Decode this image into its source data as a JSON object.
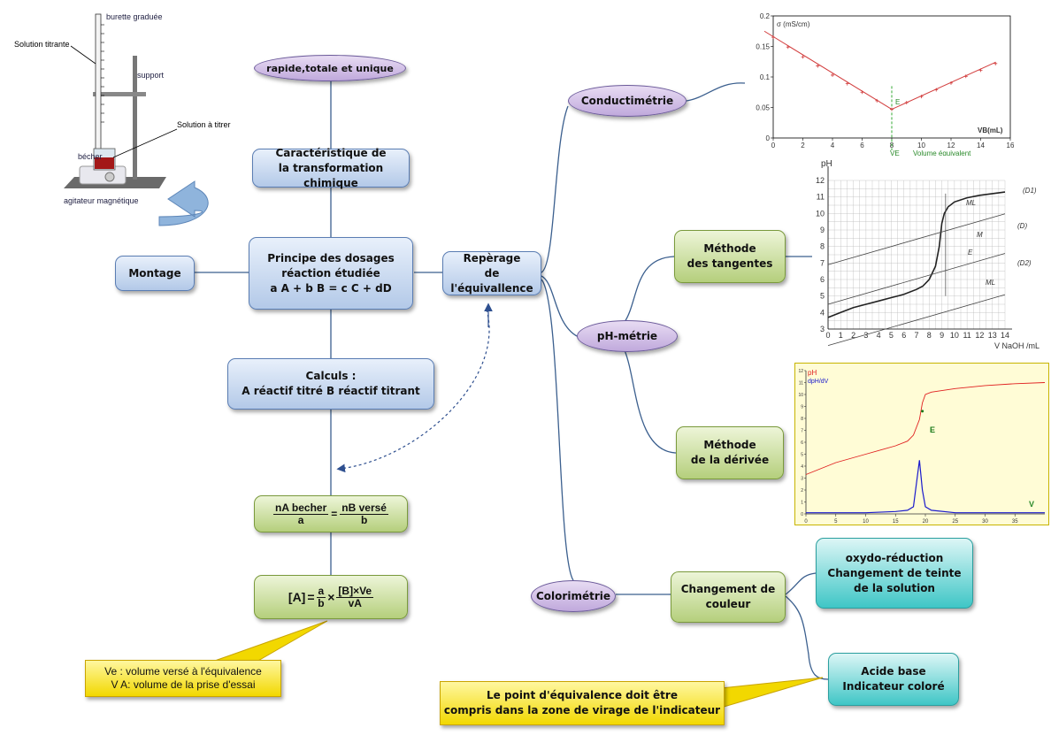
{
  "nodes": {
    "rapide": "rapide,totale et unique",
    "carac_l1": "Caractéristique de",
    "carac_l2": "la transformation chimique",
    "principe_l1": "Principe des dosages",
    "principe_l2": "réaction étudiée",
    "principe_l3": "a A + b B = c C + dD",
    "montage": "Montage",
    "calculs_l1": "Calculs :",
    "calculs_l2": "A réactif titré   B réactif titrant",
    "reperage_l1": "Repèrage",
    "reperage_l2": "de l'équivallence",
    "conductimetrie": "Conductimétrie",
    "phmetrie": "pH-métrie",
    "colorimetrie": "Colorimétrie",
    "tangentes_l1": "Méthode",
    "tangentes_l2": "des tangentes",
    "derivee_l1": "Méthode",
    "derivee_l2": "de la dérivée",
    "couleur_l1": "Changement de",
    "couleur_l2": "couleur",
    "oxydo_l1": "oxydo-réduction",
    "oxydo_l2": "Changement de teinte",
    "oxydo_l3": "de la solution",
    "acide_l1": "Acide base",
    "acide_l2": "Indicateur coloré",
    "note_ve_l1": "Ve : volume versé à l'équivalence",
    "note_ve_l2": "V A: volume de la prise d'essai",
    "note_point_l1": "Le point d'équivalence doit être",
    "note_point_l2": "compris dans la zone de virage de l'indicateur"
  },
  "formula1": {
    "num_left": "nA becher",
    "den_left": "a",
    "equals": "=",
    "num_right": "nB versé",
    "den_right": "b"
  },
  "formula2": {
    "lhs": "[A]",
    "equals": "=",
    "frac_a_num": "a",
    "frac_a_den": "b",
    "times": "×",
    "num": "[B]×Ve",
    "den": "vA"
  },
  "apparatus": {
    "burette": "burette graduée",
    "titrante": "Solution titrante",
    "support": "support",
    "a_titrer": "Solution à titrer",
    "becher": "bécher",
    "agitateur": "agitateur magnétique"
  },
  "conductimetry": {
    "ylabel": "σ (mS/cm)",
    "xlabel": "VB(mL)",
    "point_label": "E",
    "ve_label": "VE",
    "ve_caption": "Volume équivalent"
  },
  "tangents_chart": {
    "ylabel": "pH",
    "xlabel": "V NaOH /mL",
    "labels": [
      "(D1)",
      "(D)",
      "(D2)",
      "M",
      "E",
      "ML",
      "ML"
    ]
  },
  "derivative_chart": {
    "legend_ph": "pH",
    "legend_deriv": "dpH/dV",
    "point_label": "E",
    "v_label": "V"
  },
  "chart_data": [
    {
      "type": "line",
      "ylabel": "σ (mS/cm)",
      "xlabel": "VB(mL)",
      "xlim": [
        0,
        16
      ],
      "ylim": [
        0,
        0.2
      ],
      "x": [
        0,
        1,
        2,
        3,
        4,
        5,
        6,
        7,
        8,
        9,
        10,
        11,
        12,
        13,
        14,
        15
      ],
      "series": [
        {
          "values": [
            0.165,
            0.149,
            0.133,
            0.118,
            0.103,
            0.089,
            0.075,
            0.061,
            0.047,
            0.058,
            0.068,
            0.079,
            0.09,
            0.101,
            0.111,
            0.122
          ]
        }
      ],
      "colors": {
        "line": "#d23c3c",
        "equivalence": "#33aa33"
      },
      "xticks": [
        0,
        2,
        4,
        6,
        8,
        10,
        12,
        14,
        16
      ],
      "yticks": [
        0,
        0.05,
        0.1,
        0.15,
        0.2
      ]
    },
    {
      "type": "line",
      "ylabel": "pH",
      "xlabel": "V NaOH /mL",
      "xlim": [
        0,
        14
      ],
      "ylim": [
        3,
        12
      ],
      "x": [
        0,
        1,
        2,
        3,
        4,
        5,
        6,
        7,
        7.5,
        8,
        8.5,
        8.8,
        9,
        9.2,
        9.5,
        10,
        11,
        12,
        13,
        14
      ],
      "series": [
        {
          "values": [
            3.7,
            4.0,
            4.3,
            4.5,
            4.7,
            4.9,
            5.1,
            5.4,
            5.6,
            6.0,
            6.8,
            8.0,
            9.4,
            10.0,
            10.4,
            10.7,
            10.95,
            11.1,
            11.2,
            11.3
          ]
        }
      ],
      "xticks": [
        0,
        1,
        2,
        3,
        4,
        5,
        6,
        7,
        8,
        9,
        10,
        11,
        12,
        13,
        14
      ],
      "yticks": [
        3,
        4,
        5,
        6,
        7,
        8,
        9,
        10,
        11,
        12
      ]
    },
    {
      "type": "line",
      "xlim": [
        0,
        40
      ],
      "ylim": [
        0,
        12
      ],
      "x": [
        0,
        5,
        10,
        15,
        17,
        18,
        19,
        19.5,
        20,
        21,
        25,
        30,
        35,
        40
      ],
      "series": [
        {
          "name": "pH",
          "values": [
            3.3,
            4.3,
            5.0,
            5.7,
            6.1,
            6.6,
            7.9,
            9.3,
            10.0,
            10.2,
            10.5,
            10.75,
            10.9,
            11.0
          ]
        },
        {
          "name": "dpH/dV",
          "values": [
            0.1,
            0.1,
            0.1,
            0.2,
            0.3,
            0.6,
            4.5,
            2.0,
            0.6,
            0.3,
            0.1,
            0.1,
            0.1,
            0.1
          ]
        }
      ],
      "colors": {
        "pH": "#e02020",
        "dpH/dV": "#1a1acc"
      },
      "xticks": [
        0,
        5,
        10,
        15,
        20,
        25,
        30,
        35
      ],
      "yticks": [
        0,
        1,
        2,
        3,
        4,
        5,
        6,
        7,
        8,
        9,
        10,
        11,
        12
      ]
    }
  ]
}
